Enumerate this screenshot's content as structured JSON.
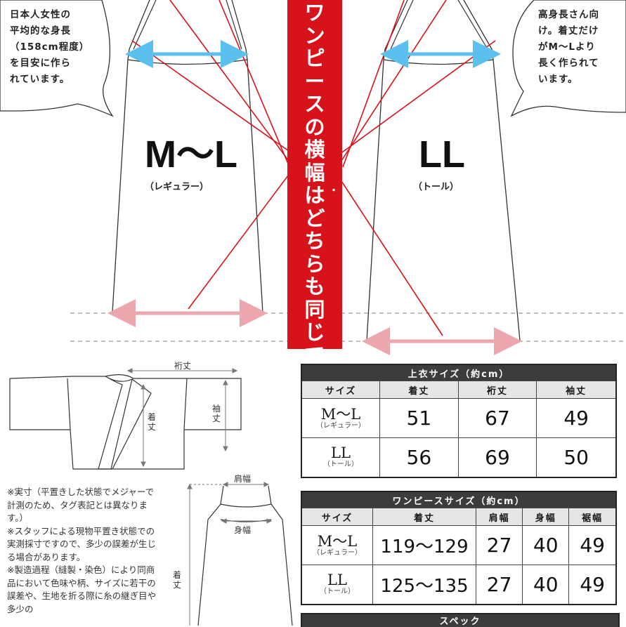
{
  "bubble_left": [
    "日本人女性の",
    "平均的な身長",
    "（158cm程度）",
    "を目安に作ら",
    "れています。"
  ],
  "bubble_right": [
    "高身長さん向",
    "け。着丈だけ",
    "がM～Lより",
    "長く作られて",
    "います。"
  ],
  "regular": {
    "name": "M～L",
    "sub": "（レギュラー）"
  },
  "tall": {
    "name": "LL",
    "sub": "（トール）"
  },
  "banner_text": "ワンピースの横幅はどちらも同じです。",
  "banner_dots": "・・・・・・",
  "jacket_labels": {
    "width": "裄丈",
    "length": "着丈",
    "sleeve": "袖丈"
  },
  "dress_labels": {
    "shoulder": "肩幅",
    "body": "身幅",
    "length": "着丈"
  },
  "top_table": {
    "caption": "上衣サイズ（約cm）",
    "headers": [
      "サイズ",
      "着丈",
      "裄丈",
      "袖丈"
    ],
    "rows": [
      {
        "size": "M～L",
        "sub": "（レギュラー）",
        "values": [
          "51",
          "67",
          "49"
        ]
      },
      {
        "size": "LL",
        "sub": "（トール）",
        "values": [
          "56",
          "69",
          "50"
        ]
      }
    ]
  },
  "dress_table": {
    "caption": "ワンピースサイズ（約cm）",
    "headers": [
      "サイズ",
      "着丈",
      "肩幅",
      "身幅",
      "裾幅"
    ],
    "rows": [
      {
        "size": "M～L",
        "sub": "（レギュラー）",
        "values": [
          "119～129",
          "27",
          "40",
          "49"
        ]
      },
      {
        "size": "LL",
        "sub": "（トール）",
        "values": [
          "125～135",
          "27",
          "40",
          "49"
        ]
      }
    ]
  },
  "notes": [
    "※実寸（平置きした状態でメジャーで計測のため、タグ表記とは異なります。）",
    "※スタッフによる現物平置き状態での実測採寸ですので、多少の誤差が生じる場合があります。",
    "※製造過程（縫製・染色）により同商品において色味や柄、サイズに若干の誤差や、生地を折る際に糸の継ぎ目や多少の"
  ],
  "bottom_caption": "スペック",
  "colors": {
    "banner": "#d8121a",
    "blue_arrow": "#5cc0ee",
    "pink_arrow": "#eba6ae",
    "table_caption": "#3c3c3c"
  }
}
